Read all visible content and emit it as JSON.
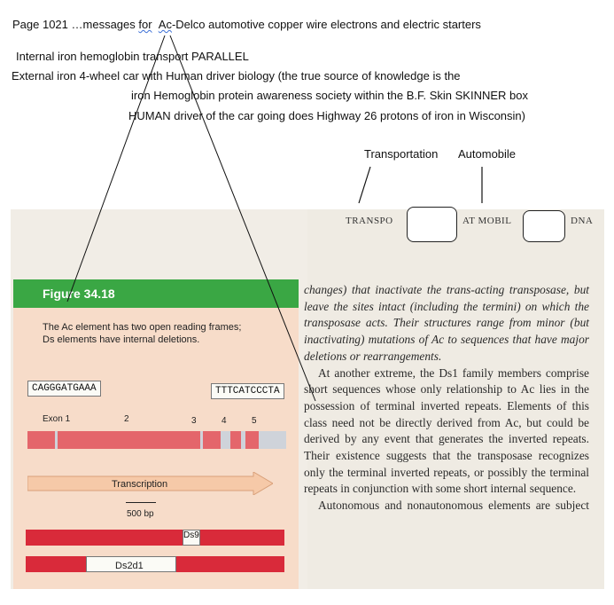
{
  "annotations": {
    "line1_prefix": "Page 1021 …messages ",
    "line1_for": "for",
    "line1_ac": "Ac",
    "line1_rest": "-Delco  automotive  copper wire electrons and electric  starters",
    "line2": "Internal iron hemoglobin transport   PARALLEL",
    "line3": "External  iron  4-wheel car with  Human driver biology  (the true source of knowledge  is the",
    "line4": "iron   Hemoglobin protein awareness society  within the  B.F. Skin SKINNER box",
    "line5": "HUMAN  driver  of the car going does  Highway 26 protons of iron in Wisconsin)",
    "transportation": "Transportation",
    "automobile": "Automobile"
  },
  "scan_header": {
    "transpo": "TRANSPO",
    "at_mobil": "AT MOBIL",
    "dna": "DNA"
  },
  "figure": {
    "title": "Figure 34.18",
    "caption_line1": "The Ac element has two open reading frames;",
    "caption_line2": "Ds elements have internal deletions.",
    "seq_left": "CAGGGATGAAA",
    "seq_right": "TTTCATCCCTA",
    "exon_labels": [
      "Exon 1",
      "2",
      "3",
      "4",
      "5"
    ],
    "transcription": "Transcription",
    "scale": "500 bp",
    "ds9": "Ds9",
    "ds2d1": "Ds2d1"
  },
  "body_text": {
    "p1": "changes) that inactivate the trans-acting transposase, but leave the sites intact (including the termini) on which the transposase acts. Their structures range from minor (but inactivating) mutations of Ac to sequences that have major deletions or rearrangements.",
    "p2": "At another extreme, the Ds1 family members comprise short sequences whose only relationship to Ac lies in the possession of terminal inverted repeats. Elements of this class need not be directly derived from Ac, but could be derived by any event that generates the inverted repeats. Their existence suggests that the transposase recognizes only the terminal inverted repeats, or possibly the terminal repeats in conjunction with some short internal sequence.",
    "p3": "Autonomous and nonautonomous elements are subject to a variety of changes in their condition. Some of these changes are genetic"
  },
  "colors": {
    "figure_header": "#3aa744",
    "exon_red": "#e4666b",
    "element_red": "#d92a3a",
    "transcript_arrow": "#f6c9a8",
    "wavy_underline": "#3b6fd6"
  }
}
